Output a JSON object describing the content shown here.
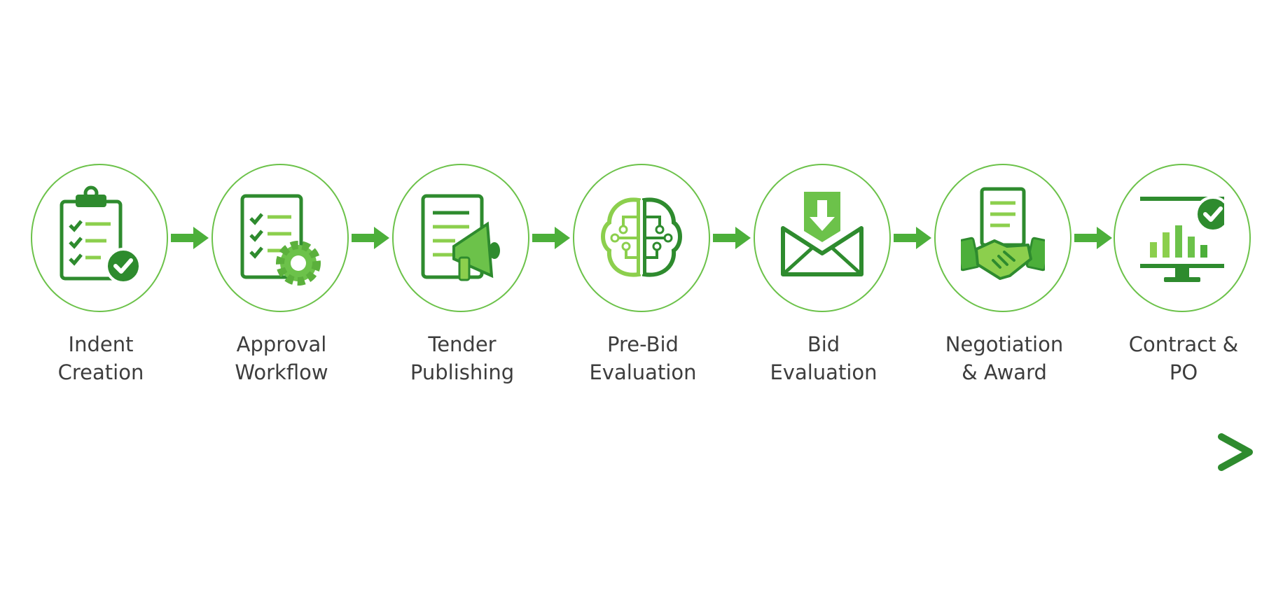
{
  "steps": [
    {
      "line1": "Indent",
      "line2": "Creation",
      "icon": "clipboard-check-icon"
    },
    {
      "line1": "Approval",
      "line2": "Workflow",
      "icon": "checklist-gear-icon"
    },
    {
      "line1": "Tender",
      "line2": "Publishing",
      "icon": "document-megaphone-icon"
    },
    {
      "line1": "Pre-Bid",
      "line2": "Evaluation",
      "icon": "brain-circuit-icon"
    },
    {
      "line1": "Bid",
      "line2": "Evaluation",
      "icon": "envelope-download-icon"
    },
    {
      "line1": "Negotiation",
      "line2": "& Award",
      "icon": "handshake-document-icon"
    },
    {
      "line1": "Contract &",
      "line2": "PO",
      "icon": "monitor-chart-check-icon"
    }
  ],
  "colors": {
    "dark_green": "#2e8b2e",
    "mid_green": "#4caf3a",
    "light_green": "#8ccf4d",
    "circle_border": "#6cc24a",
    "label_text": "#3d3d3d"
  }
}
